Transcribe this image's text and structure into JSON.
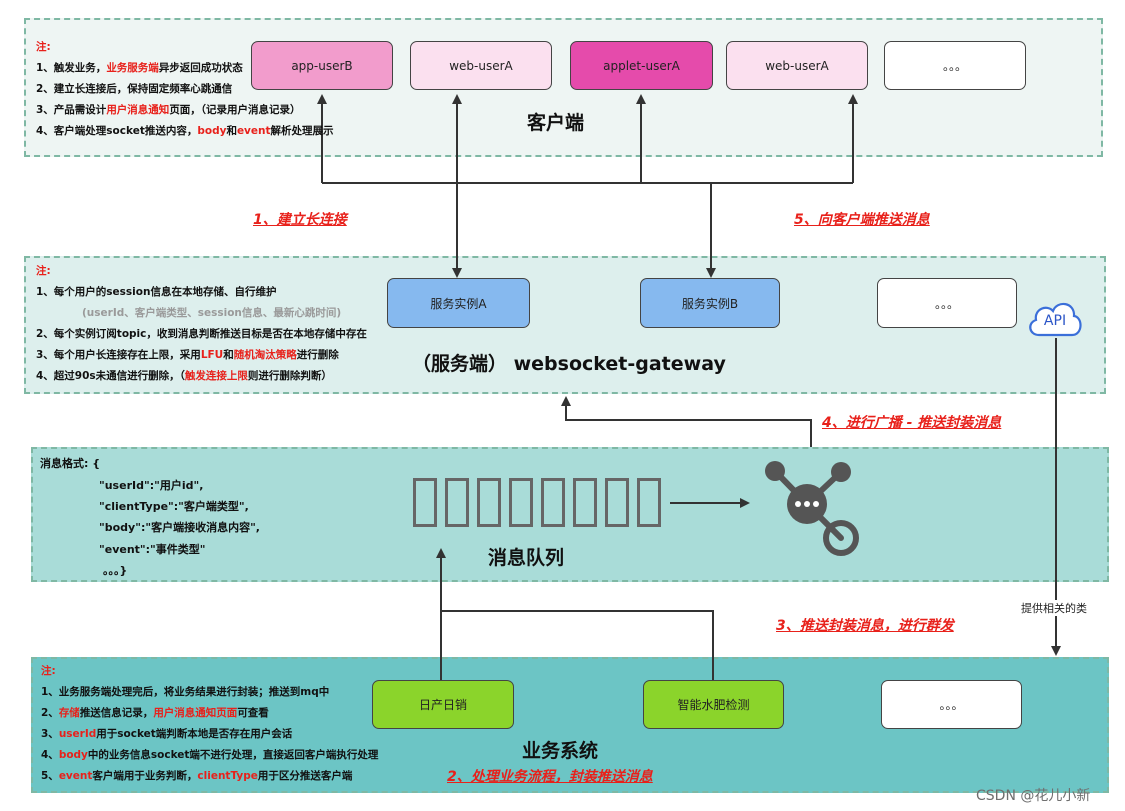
{
  "client_zone": {
    "title": "客户端",
    "note_header": "注:",
    "notes": [
      [
        "1、触发业务，",
        "业务服务端",
        "异步返回成功状态"
      ],
      [
        "2、建立长连接后，保持固定频率心跳通信",
        "",
        ""
      ],
      [
        "3、产品需设计",
        "用户消息通知",
        "页面，（记录用户消息记录）"
      ],
      [
        "4、客户端处理socket推送内容，",
        "body",
        "和",
        "event",
        "解析处理展示"
      ]
    ],
    "nodes": [
      "app-userB",
      "web-userA",
      "applet-userA",
      "web-userA",
      "。。。"
    ]
  },
  "gateway_zone": {
    "title": "（服务端） websocket-gateway",
    "note_header": "注:",
    "notes": {
      "n1": "1、每个用户的session信息在本地存储、自行维护",
      "n1_sub": "(userId、客户端类型、session信息、最新心跳时间)",
      "n2": "2、每个实例订阅topic，收到消息判断推送目标是否在本地存储中存在",
      "n3a": "3、每个用户长连接存在上限，采用",
      "n3b": "LFU",
      "n3c": "和",
      "n3d": "随机淘汰策略",
      "n3e": "进行删除",
      "n4a": "4、超过90s未通信进行删除，（",
      "n4b": "触发连接上限",
      "n4c": "则进行删除判断）"
    },
    "nodes": [
      "服务实例A",
      "服务实例B",
      "。。。"
    ],
    "api_label": "API"
  },
  "mq_zone": {
    "title": "消息队列",
    "format_lines": [
      "消息格式: {",
      "\"userId\":\"用户id\",",
      "\"clientType\":\"客户端类型\",",
      "\"body\":\"客户端接收消息内容\",",
      "\"event\":\"事件类型\"",
      "。。。}"
    ]
  },
  "biz_zone": {
    "title": "业务系统",
    "note_header": "注:",
    "notes": {
      "n1": "1、业务服务端处理完后，将业务结果进行封装；推送到mq中",
      "n2a": "2、",
      "n2b": "存储",
      "n2c": "推送信息记录，",
      "n2d": "用户消息通知页面",
      "n2e": "可查看",
      "n3a": "3、",
      "n3b": "userId",
      "n3c": "用于socket端判断本地是否存在用户会话",
      "n4a": "4、",
      "n4b": "body",
      "n4c": "中的业务信息socket端不进行处理，直接返回客户端执行处理",
      "n5a": "5、",
      "n5b": "event",
      "n5c": "客户端用于业务判断，",
      "n5d": "clientType",
      "n5e": "用于区分推送客户端"
    },
    "nodes": [
      "日产日销",
      "智能水肥检测",
      "。。。"
    ]
  },
  "steps": {
    "s1": "1、建立长连接",
    "s2": "2、处理业务流程，封装推送消息",
    "s3": "3、推送封装消息，进行群发",
    "s4": "4、进行广播 - 推送封装消息",
    "s5": "5、向客户端推送消息"
  },
  "side_label": "提供相关的类",
  "watermark": "CSDN @花儿小新",
  "colors": {
    "client_bg": "#eef5f3",
    "gateway_bg": "#ddefed",
    "mq_bg": "#a9dcd8",
    "biz_bg": "#6cc5c5",
    "pink_dark": "#e54bab",
    "pink_mid": "#f29ccc",
    "pink_light": "#fbe0ef",
    "blue_node": "#86b9ef",
    "green_node": "#8bd42b",
    "accent_red": "#e8211b"
  }
}
